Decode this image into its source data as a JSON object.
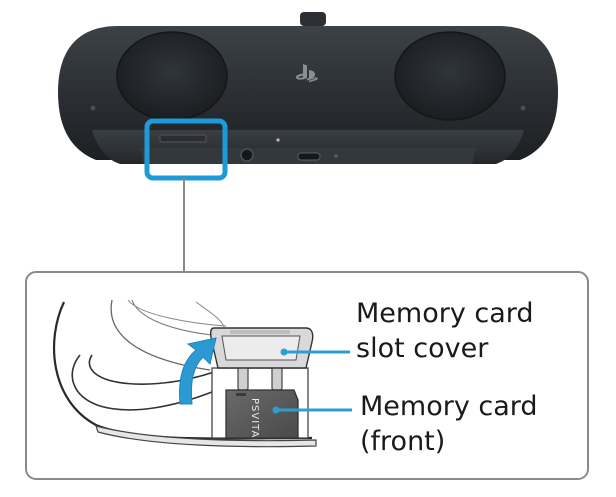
{
  "labels": {
    "cover_line1": "Memory card",
    "cover_line2": "slot cover",
    "card_line1": "Memory card",
    "card_line2": "(front)",
    "card_print": "PSVITA"
  },
  "icons": {
    "brand_logo": "playstation-logo-icon",
    "lift_arrow": "curved-arrow-up-icon"
  },
  "colors": {
    "highlight": "#1d9bd8",
    "callout_line": "#2a9fd6",
    "device_body": "#2b2f33",
    "panel_border": "#8a8a8a",
    "arrow_fill": "#2b9ad3"
  }
}
